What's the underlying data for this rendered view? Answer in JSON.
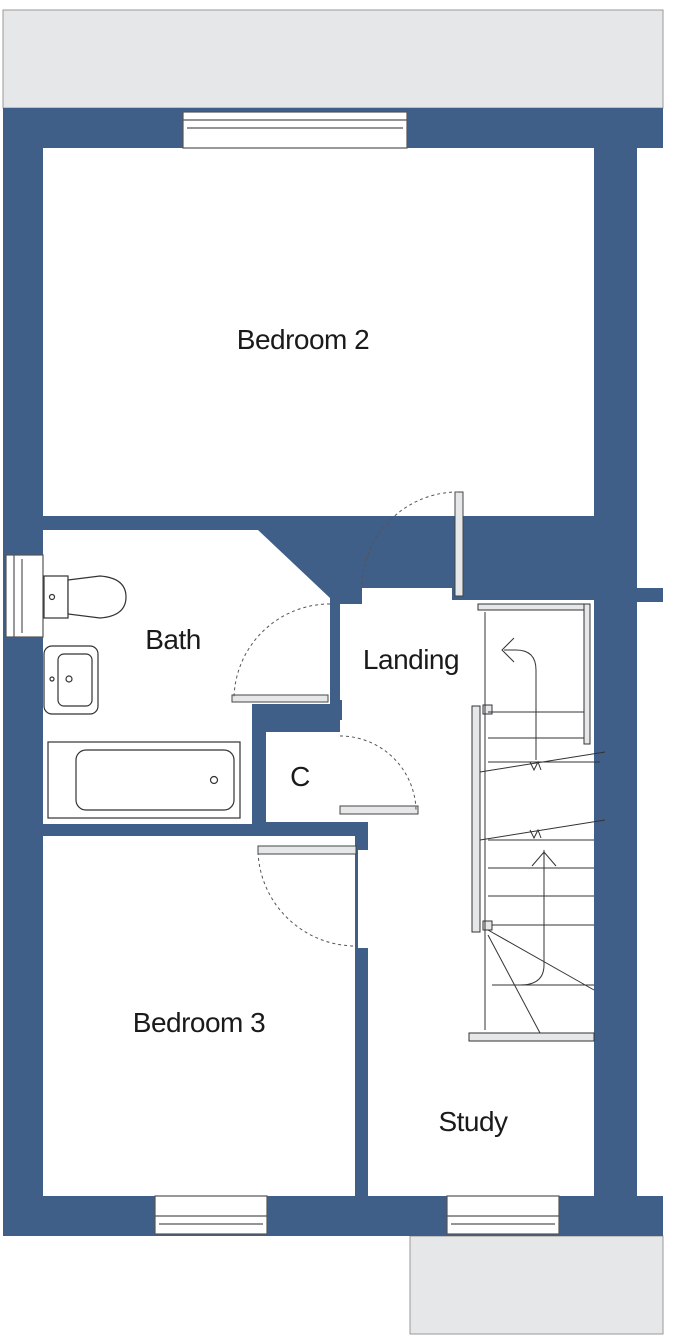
{
  "colors": {
    "wall": "#3f5f88",
    "exterior": "#e6e7e9",
    "fixture_stroke": "#333333",
    "door_swing": "#555555"
  },
  "rooms": [
    {
      "id": "bedroom-2",
      "label": "Bedroom 2"
    },
    {
      "id": "bath",
      "label": "Bath"
    },
    {
      "id": "landing",
      "label": "Landing"
    },
    {
      "id": "cupboard",
      "label": "C"
    },
    {
      "id": "bedroom-3",
      "label": "Bedroom 3"
    },
    {
      "id": "study",
      "label": "Study"
    }
  ]
}
